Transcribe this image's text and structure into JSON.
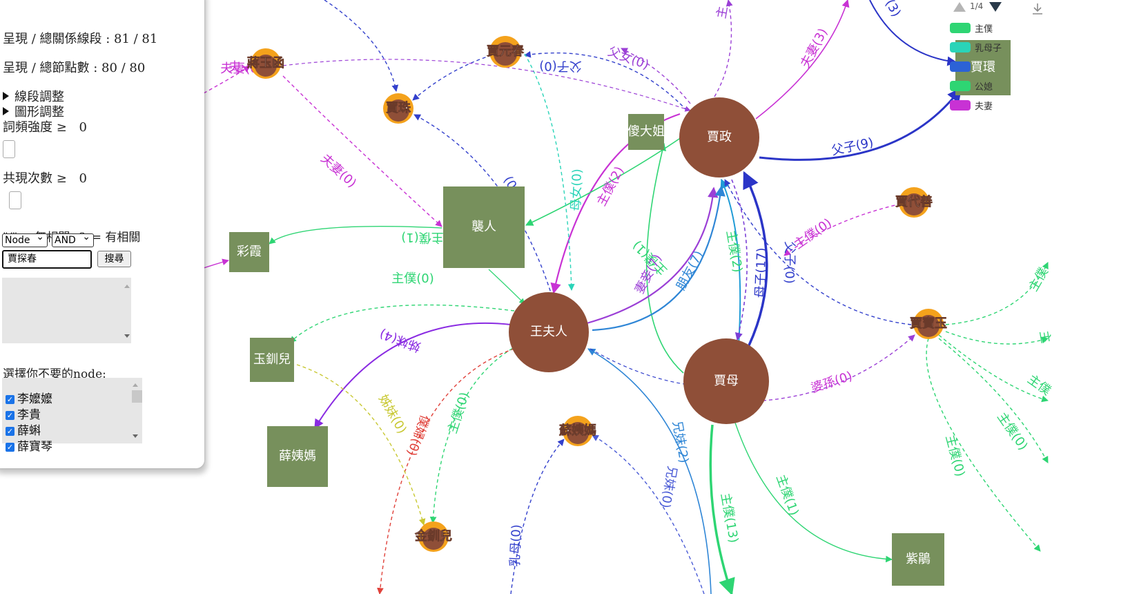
{
  "panel": {
    "lines_stat": "呈現 / 總關係線段 : 81 / 81",
    "nodes_stat": "呈現 / 總節點數 : 80 / 80",
    "line_adjust": "線段調整",
    "shape_adjust": "圖形調整",
    "freq_label": "詞頻強度 ≥",
    "freq_value": "0",
    "cooc_label": "共現次數 ≥",
    "cooc_value": "0",
    "hint": "\"/\" = 無相關, & = 有相關",
    "mode_select": "Node",
    "logic_select": "AND",
    "search_value": "賈探春",
    "search_button": "搜尋",
    "exclude_label": "選擇你不要的node:",
    "exclude_items": [
      "李嬤嬤",
      "李貴",
      "薛蝌",
      "薛寶琴"
    ]
  },
  "legend": {
    "pager": "1/4",
    "items": [
      {
        "label": "主僕",
        "color": "#2ed573"
      },
      {
        "label": "乳母子",
        "color": "#2ad4b8"
      },
      {
        "label": "",
        "color": "#2c62d6"
      },
      {
        "label": "公媳",
        "color": "#2ed573"
      },
      {
        "label": "夫妻",
        "color": "#c832d4"
      }
    ]
  },
  "graph": {
    "nodes": [
      {
        "id": "jiazheng",
        "label": "賈政",
        "shape": "circle"
      },
      {
        "id": "wangfuren",
        "label": "王夫人",
        "shape": "circle"
      },
      {
        "id": "jiamu",
        "label": "賈母",
        "shape": "circle"
      },
      {
        "id": "xiren",
        "label": "襲人",
        "shape": "rect"
      },
      {
        "id": "caixia",
        "label": "彩霞",
        "shape": "rect"
      },
      {
        "id": "yuchuaner_sq",
        "label": "玉釧兒",
        "shape": "rect"
      },
      {
        "id": "xueyima",
        "label": "薛姨媽",
        "shape": "rect"
      },
      {
        "id": "shadajie",
        "label": "傻大姐",
        "shape": "rect"
      },
      {
        "id": "jiahuan",
        "label": "賈環",
        "shape": "rect"
      },
      {
        "id": "zijuan",
        "label": "紫鵑",
        "shape": "rect"
      },
      {
        "id": "jiayuanchun",
        "label": "賈元春",
        "shape": "badge"
      },
      {
        "id": "jiangyuhan",
        "label": "蔣玉函",
        "shape": "badge"
      },
      {
        "id": "jiazhu",
        "label": "賈珠",
        "shape": "badge"
      },
      {
        "id": "jiadaishan",
        "label": "賈代善",
        "shape": "badge"
      },
      {
        "id": "jiabaoyu",
        "label": "賈寶玉",
        "shape": "badge"
      },
      {
        "id": "suyima",
        "label": "蘇姨媽",
        "shape": "badge"
      },
      {
        "id": "jinchuaner",
        "label": "金釧兒",
        "shape": "badge"
      }
    ],
    "edge_labels": [
      "夫妻(3)",
      "父子(9)",
      "父女(0)",
      "父子(0)",
      "夫妻(0)",
      "夫妻(0)",
      "主僕(2)",
      "主僕(1)",
      "主僕(0)",
      "主僕(1)",
      "妻妾(7)",
      "朋友(7)",
      "主僕(2)",
      "母子(17)",
      "主僕(0)",
      "父子(0)",
      "姊妹(4)",
      "姊妹(0)",
      "僕婦(0)",
      "主僕(0)",
      "兄妹(2)",
      "兄妹(0)",
      "乳母(0)",
      "主僕(13)",
      "主僕(1)",
      "婆孫(0)",
      "主僕(0)",
      "主僕(0)",
      "母女(0)",
      "(3)",
      "主僕",
      "主僕",
      "主",
      "主",
      "(0)",
      "夫"
    ]
  }
}
